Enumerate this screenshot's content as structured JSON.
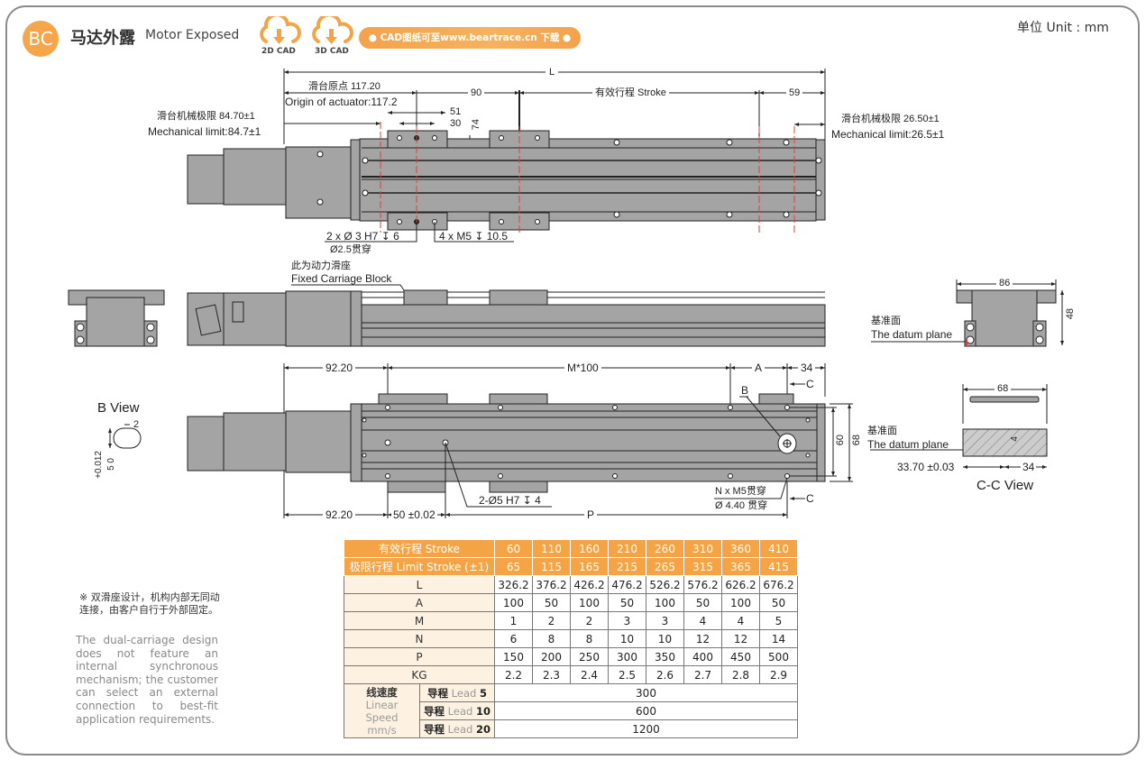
{
  "header": {
    "badge": "BC",
    "title_cn": "马达外露",
    "title_en": "Motor Exposed",
    "cad_buttons": [
      {
        "label": "2D CAD",
        "icon": "cloud-download-icon"
      },
      {
        "label": "3D CAD",
        "icon": "cloud-download-icon"
      }
    ],
    "download_pill": "● CAD图纸可至www.beartrace.cn 下载 ●",
    "unit": "单位 Unit : mm"
  },
  "colors": {
    "accent": "#f4a345",
    "part_gray": "#a4a4a4",
    "centerline_red": "#e23b3b",
    "light_cell": "#fdf2e2"
  },
  "top_view": {
    "overall_length": "L",
    "origin_cn": "滑台原点 117.20",
    "origin_en": "Origin of actuator:117.2",
    "dim_90": "90",
    "stroke_label": "有效行程 Stroke",
    "dim_59": "59",
    "dim_51": "51",
    "dim_30": "30",
    "dim_74": "74",
    "mech_limit_left_cn": "滑台机械极限 84.70±1",
    "mech_limit_left_en": "Mechanical limit:84.7±1",
    "mech_limit_right_cn": "滑台机械极限 26.50±1",
    "mech_limit_right_en": "Mechanical limit:26.5±1",
    "hole_note_1": "2 x Ø 3 H7 ↧ 6",
    "hole_note_1b": "Ø2.5贯穿",
    "hole_note_2": "4 x M5 ↧ 10.5"
  },
  "side_view": {
    "label_cn": "此为动力滑座",
    "label_en": "Fixed Carriage Block"
  },
  "end_view": {
    "width": "86",
    "height": "48",
    "datum_cn": "基准面",
    "datum_en": "The datum plane"
  },
  "bottom_view": {
    "dim_left": "92.20",
    "dim_pitch": "M*100",
    "dim_a": "A",
    "dim_34": "34",
    "label_c": "C",
    "label_b": "B",
    "dim_60": "60",
    "dim_68": "68",
    "pin_note": "2-Ø5 H7 ↧ 4",
    "hole_note_1": "N x M5贯穿",
    "hole_note_2": "Ø 4.40 贯穿",
    "dim_bottom_left": "92.20",
    "dim_pin_pitch": "50 ±0.02",
    "dim_p": "P"
  },
  "b_view": {
    "title": "B View",
    "dim_2": "2",
    "tolerance_upper": "+0.012",
    "tolerance_lower": "5   0"
  },
  "cc_view": {
    "title": "C-C View",
    "width": "68",
    "datum_cn": "基准面",
    "datum_en": "The datum plane",
    "dim_left": "33.70 ±0.03",
    "dim_right": "34",
    "dim_4": "4"
  },
  "notes": {
    "cn": "※ 双滑座设计，机构内部无同动连接，由客户自行于外部固定。",
    "en": "The dual-carriage design does not feature an internal synchronous mechanism; the customer can select an external connection to best-fit application requirements."
  },
  "spec_table": {
    "stroke_label": "有效行程 Stroke",
    "strokes": [
      "60",
      "110",
      "160",
      "210",
      "260",
      "310",
      "360",
      "410"
    ],
    "limit_label": "极限行程 Limit Stroke (±1)",
    "limits": [
      "65",
      "115",
      "165",
      "215",
      "265",
      "315",
      "365",
      "415"
    ],
    "rows": [
      {
        "label": "L",
        "values": [
          "326.2",
          "376.2",
          "426.2",
          "476.2",
          "526.2",
          "576.2",
          "626.2",
          "676.2"
        ]
      },
      {
        "label": "A",
        "values": [
          "100",
          "50",
          "100",
          "50",
          "100",
          "50",
          "100",
          "50"
        ]
      },
      {
        "label": "M",
        "values": [
          "1",
          "2",
          "2",
          "3",
          "3",
          "4",
          "4",
          "5"
        ]
      },
      {
        "label": "N",
        "values": [
          "6",
          "8",
          "8",
          "10",
          "10",
          "12",
          "12",
          "14"
        ]
      },
      {
        "label": "P",
        "values": [
          "150",
          "200",
          "250",
          "300",
          "350",
          "400",
          "450",
          "500"
        ]
      },
      {
        "label": "KG",
        "values": [
          "2.2",
          "2.3",
          "2.4",
          "2.5",
          "2.6",
          "2.7",
          "2.8",
          "2.9"
        ]
      }
    ],
    "speed_label_cn": "线速度",
    "speed_label_en": "Linear Speed mm/s",
    "speeds": [
      {
        "lead_cn": "导程",
        "lead_en": "Lead",
        "lead": "5",
        "value": "300"
      },
      {
        "lead_cn": "导程",
        "lead_en": "Lead",
        "lead": "10",
        "value": "600"
      },
      {
        "lead_cn": "导程",
        "lead_en": "Lead",
        "lead": "20",
        "value": "1200"
      }
    ]
  }
}
